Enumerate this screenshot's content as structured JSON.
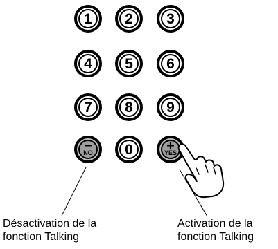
{
  "keypad": {
    "keys": [
      "1",
      "2",
      "3",
      "4",
      "5",
      "6",
      "7",
      "8",
      "9",
      "0"
    ],
    "no_key": {
      "symbol": "−",
      "label": "NO"
    },
    "yes_key": {
      "symbol": "+",
      "label": "YES"
    }
  },
  "captions": {
    "left": "Désactivation de la\nfonction Talking",
    "right": "Activation de la\nfonction Talking"
  },
  "icons": {
    "pointer": "hand-pointer-icon"
  }
}
